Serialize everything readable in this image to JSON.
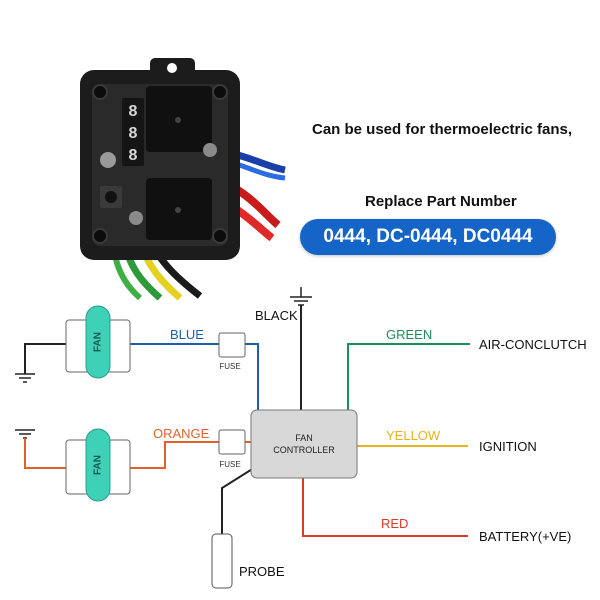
{
  "promo": {
    "usage_text": "Can be used for thermoelectric fans,",
    "replace_label": "Replace Part Number",
    "part_numbers": "0444, DC-0444, DC0444"
  },
  "diagram": {
    "fan_label": "FAN",
    "fuse_label": "FUSE",
    "controller_line1": "FAN",
    "controller_line2": "CONTROLLER",
    "wires": {
      "blue": "BLUE",
      "orange": "ORANGE",
      "black": "BLACK",
      "green": "GREEN",
      "yellow": "YELLOW",
      "red": "RED"
    },
    "terminals": {
      "air": "AIR-CONCLUTCH",
      "ignition": "IGNITION",
      "battery": "BATTERY(+VE)",
      "probe": "PROBE"
    }
  },
  "colors": {
    "blue": "#1f5fa8",
    "orange": "#e0622a",
    "green": "#1a8f5a",
    "yellow": "#e8b21e",
    "red": "#d93b2b",
    "black": "#222222",
    "fan_fill": "#3fd0b8",
    "accent": "#1565c8"
  }
}
